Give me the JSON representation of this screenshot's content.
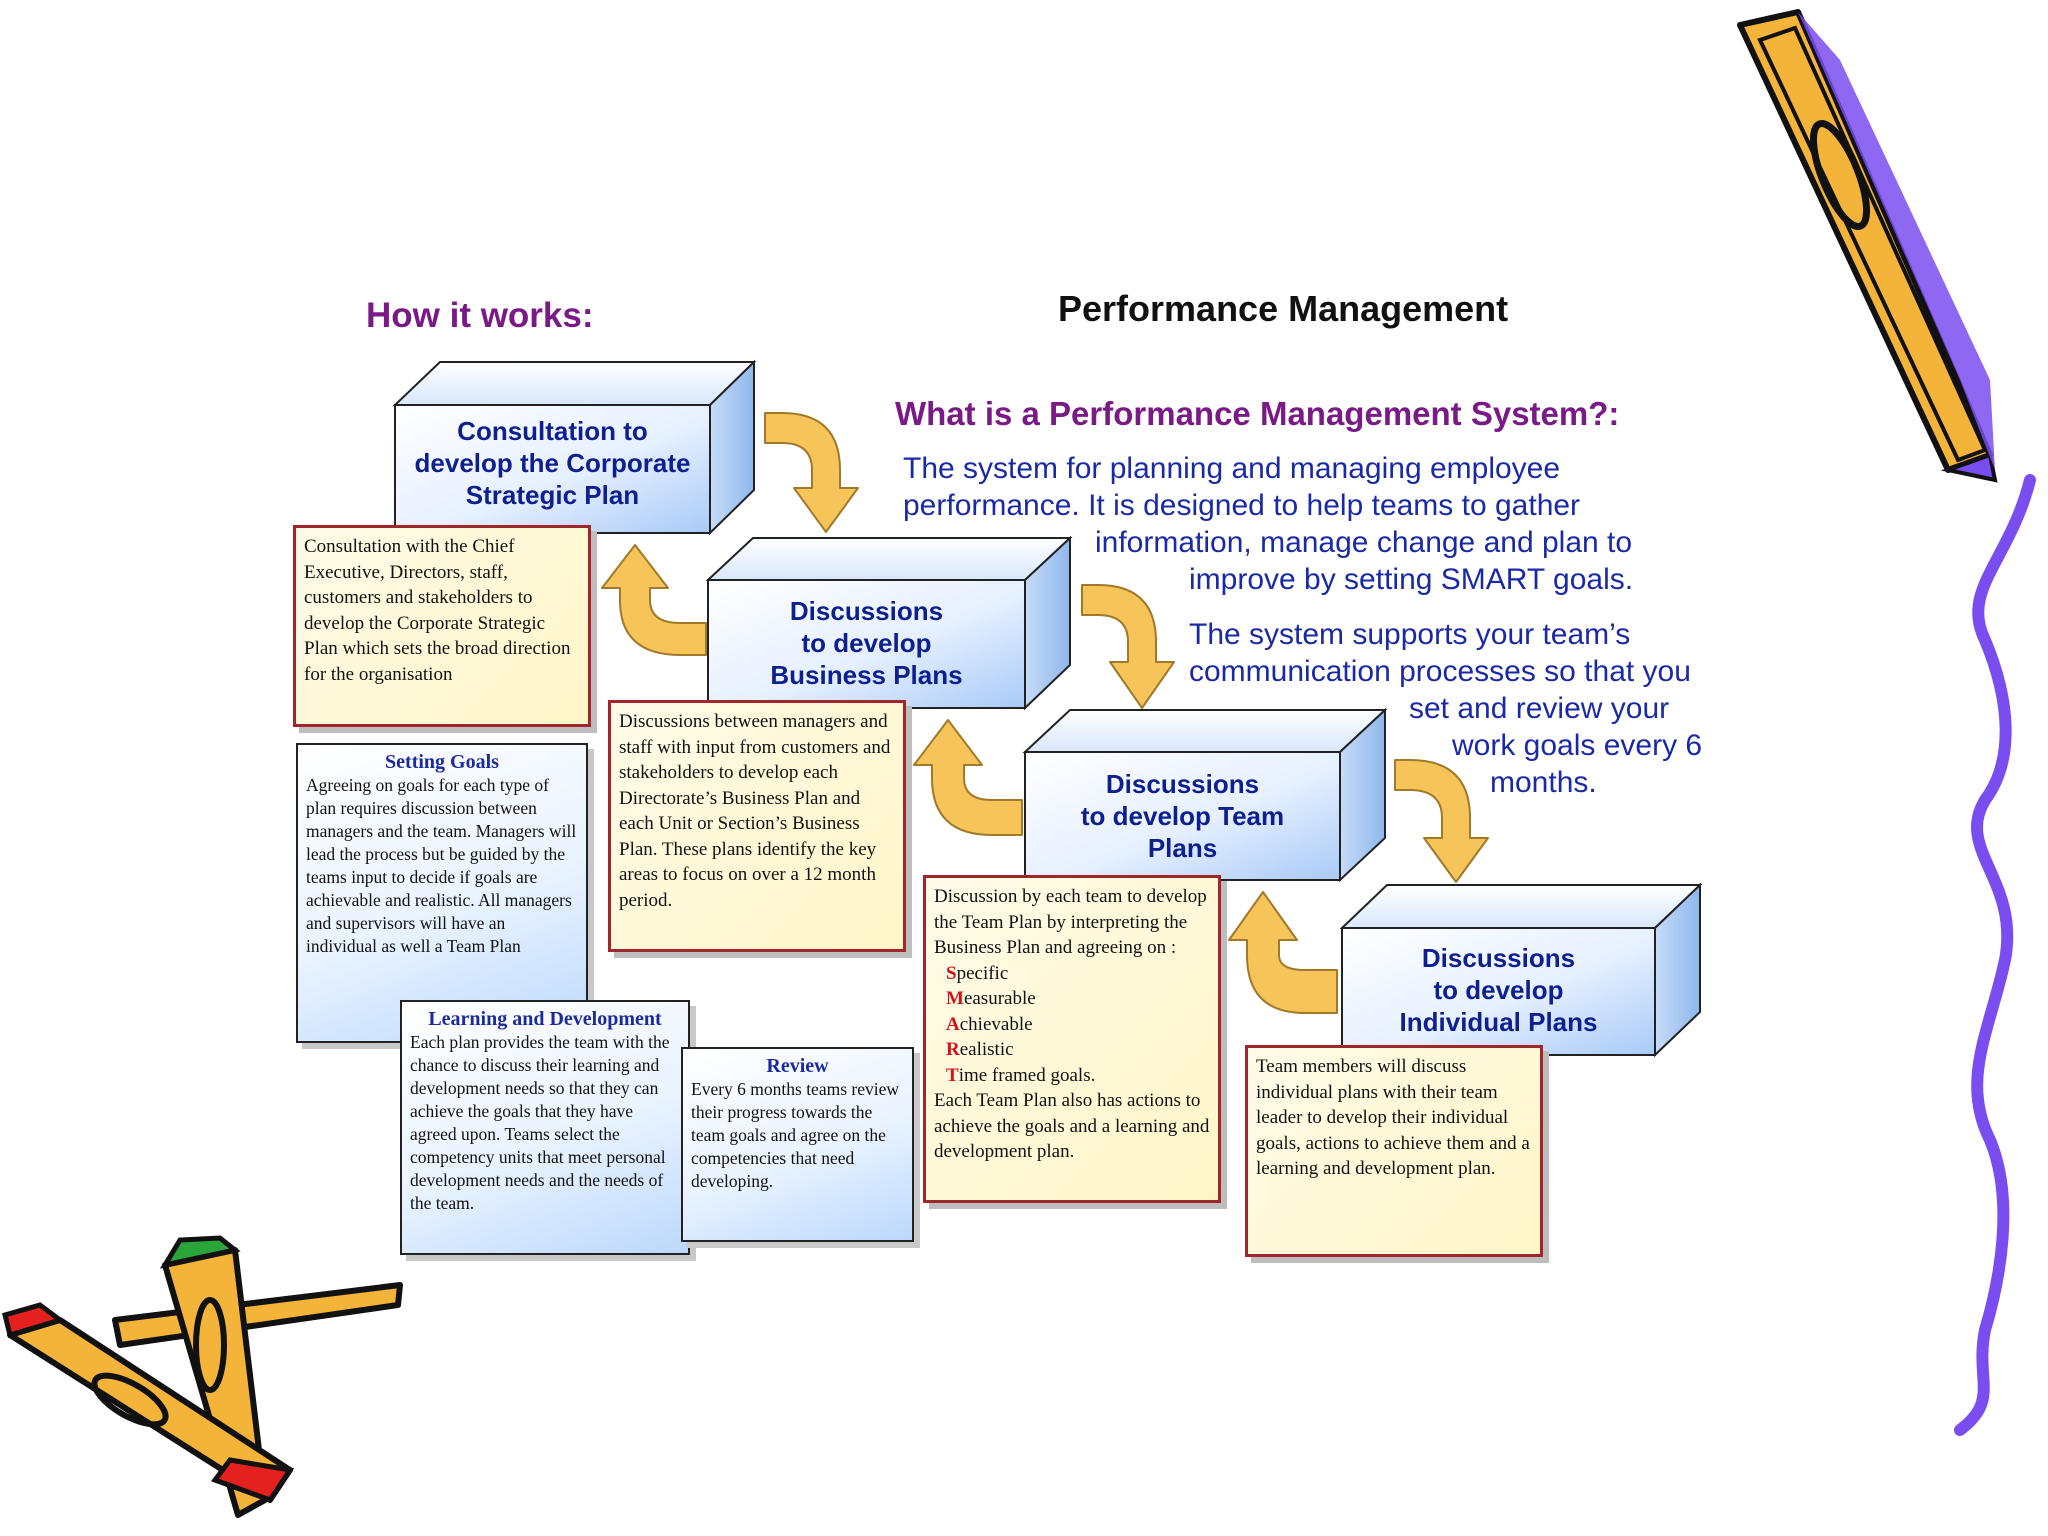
{
  "headings": {
    "how": "How it works:",
    "title": "Performance Management",
    "question": "What is a Performance Management System?:"
  },
  "intro": {
    "p1": [
      "The  system for planning and managing employee",
      "performance. It is designed to help teams to gather",
      "information, manage change and plan to",
      "improve by setting SMART goals."
    ],
    "p2": [
      "The  system supports your team’s",
      "communication processes so that you",
      "set and review your",
      "work goals every 6",
      "months."
    ]
  },
  "boxes": [
    {
      "lines": [
        "Consultation to",
        "develop the Corporate",
        "Strategic Plan"
      ]
    },
    {
      "lines": [
        "Discussions",
        "to develop",
        "Business Plans"
      ]
    },
    {
      "lines": [
        "Discussions",
        "to develop Team",
        "Plans"
      ]
    },
    {
      "lines": [
        "Discussions",
        "to develop",
        "Individual Plans"
      ]
    }
  ],
  "notes": {
    "corporate": "Consultation with the Chief Executive, Directors, staff, customers and stakeholders to develop the Corporate Strategic Plan which sets the broad direction for the organisation",
    "business": "Discussions between managers and staff with input from customers and stakeholders to develop each Directorate’s Business Plan and each Unit or Section’s Business Plan. These plans identify the key areas to focus on over a 12 month period.",
    "team_intro": "Discussion by each team to develop the Team Plan by interpreting the Business Plan and agreeing on :",
    "smart": [
      {
        "letter": "S",
        "rest": "pecific"
      },
      {
        "letter": "M",
        "rest": "easurable"
      },
      {
        "letter": "A",
        "rest": "chievable"
      },
      {
        "letter": "R",
        "rest": "ealistic"
      },
      {
        "letter": "T",
        "rest": "ime framed goals."
      }
    ],
    "team_outro": "Each Team Plan also has actions to achieve the goals and a learning and development plan.",
    "individual": "Team members will discuss individual plans with their team leader to develop their individual goals, actions to achieve them and a learning and development plan.",
    "setting_goals": {
      "title": "Setting Goals",
      "body": "Agreeing on goals for each type of plan requires discussion between managers and the team. Managers will lead the process but be guided by the teams input to decide if goals are achievable and realistic. All managers and supervisors will have an individual as well a Team Plan"
    },
    "learning": {
      "title": "Learning and Development",
      "body": "Each plan provides the team with the chance to discuss their learning and development needs so that they can achieve the goals that they have agreed upon. Teams select the competency units that meet personal development needs and the needs of the team."
    },
    "review": {
      "title": "Review",
      "body": "Every 6 months teams review their progress towards the team goals and agree on the competencies that need developing."
    }
  },
  "colors": {
    "arrow": "#f7c45a",
    "box_face": "#e8f2ff",
    "heading_purple": "#7a1a86",
    "text_blue": "#1a2aa6",
    "note_border_red": "#a0262b",
    "smart_red": "#d0121b"
  },
  "decor": [
    "pencil-icon-top-right",
    "pencils-icon-bottom-left",
    "squiggle-line-right"
  ]
}
